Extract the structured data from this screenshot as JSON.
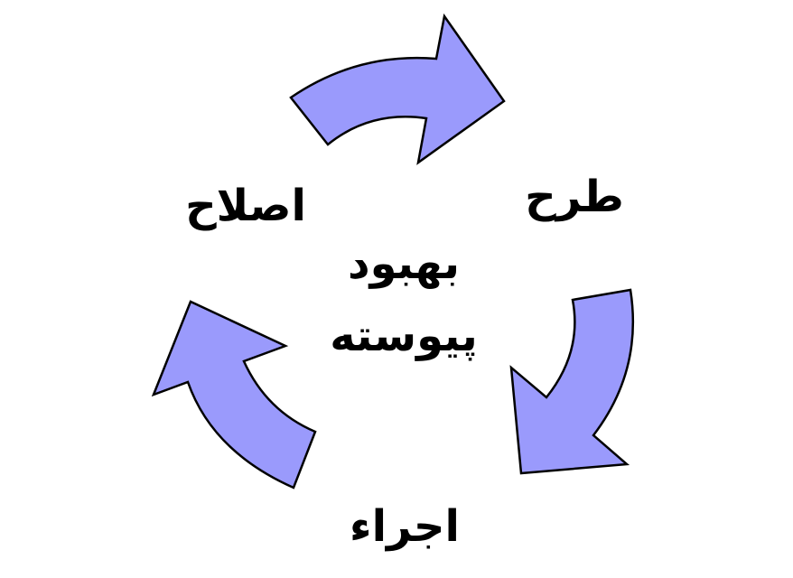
{
  "colors": {
    "arrow_fill": "#9a9afc",
    "arrow_stroke": "#000000",
    "text": "#000000"
  },
  "labels": {
    "design": "طرح",
    "correction": "اصلاح",
    "center_line1": "بهبود",
    "center_line2": "پیوسته",
    "execution": "اجراء"
  }
}
